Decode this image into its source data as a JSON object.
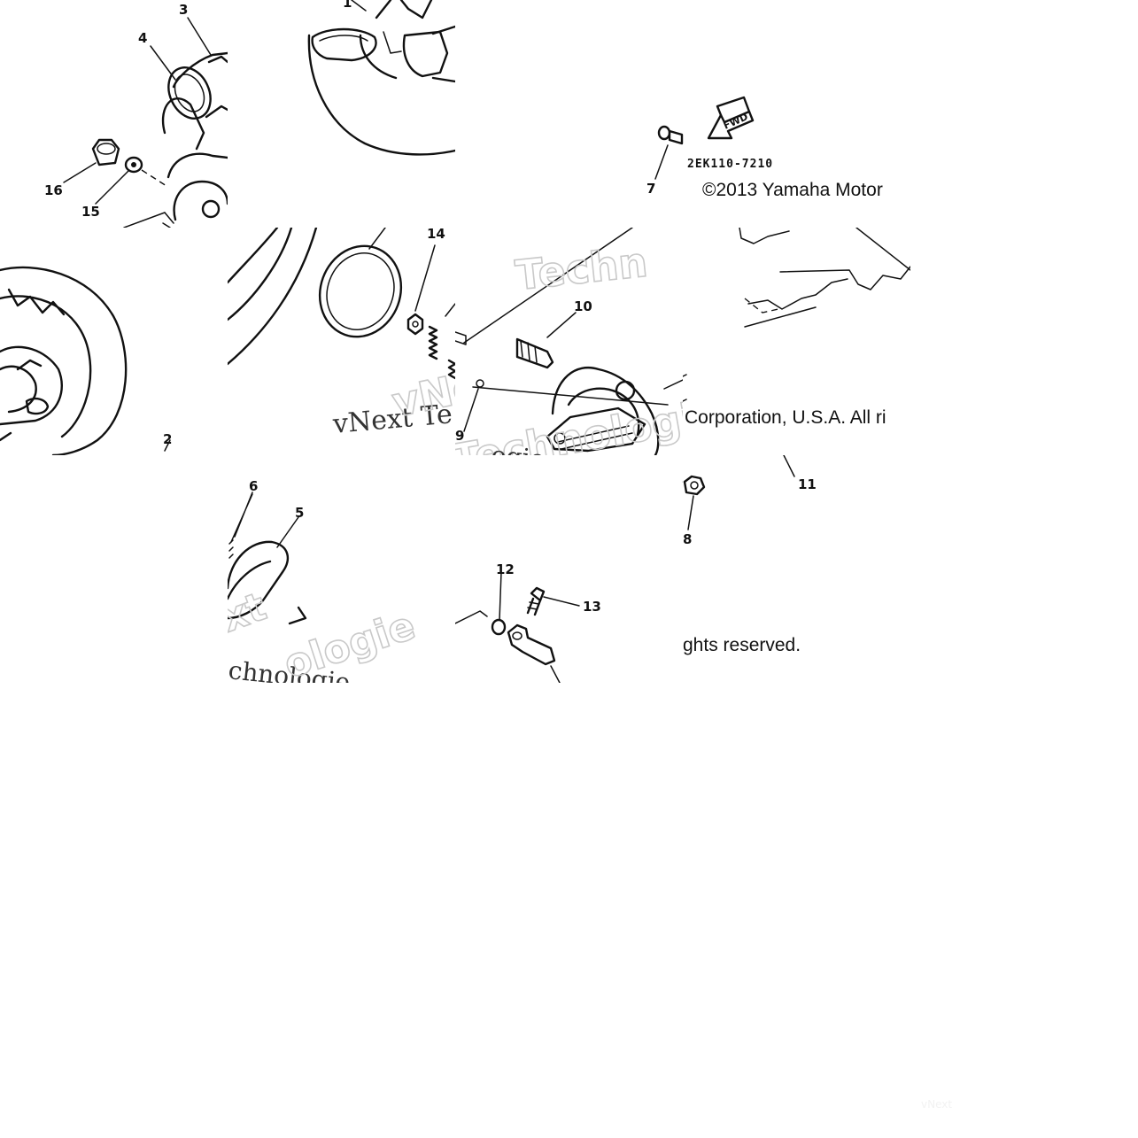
{
  "diagram": {
    "callouts": [
      "1",
      "2",
      "3",
      "4",
      "5",
      "6",
      "7",
      "8",
      "9",
      "10",
      "11",
      "12",
      "13",
      "14",
      "15",
      "16"
    ],
    "part_code": "2EK110-7210",
    "direction_label": "FWD",
    "copyright": {
      "line1": "©2013 Yamaha Motor",
      "line2": "Corporation, U.S.A. All ri",
      "line3": "ghts reserved."
    },
    "watermark": {
      "brand_a": "vNext",
      "brand_b": "Technologies",
      "frag_techn": "Techn",
      "frag_vne": "vNe",
      "frag_vnext_te": "vNext Te",
      "frag_ogies": "ogies",
      "frag_xt": "xt",
      "frag_chnologie": "chnologie",
      "frag_ologie": "ologie"
    }
  }
}
